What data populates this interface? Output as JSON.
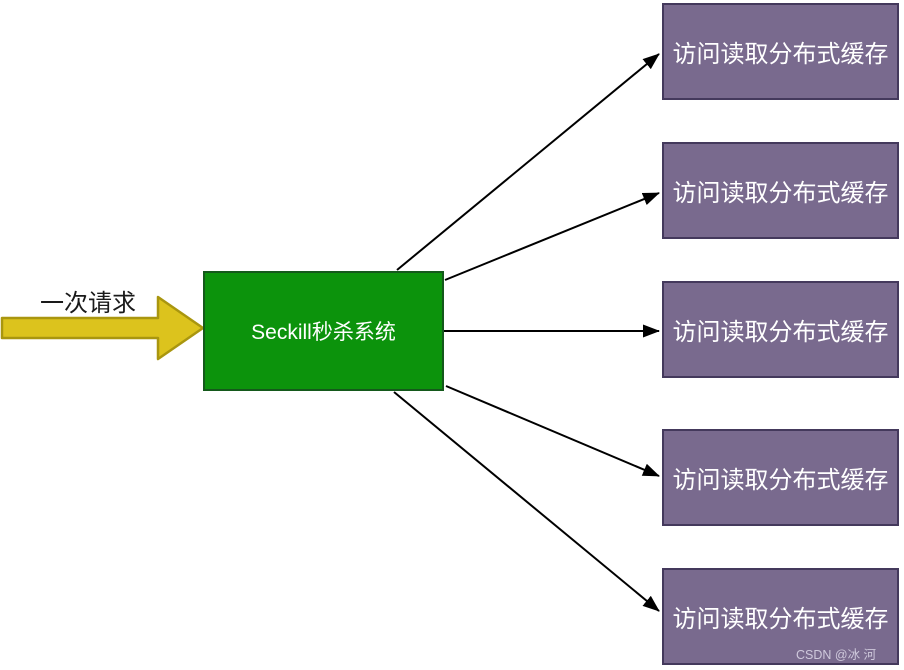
{
  "diagram": {
    "request_label": "一次请求",
    "source_node": {
      "label": "Seckill秒杀系统"
    },
    "cache_nodes": [
      {
        "label": "访问读取分布式缓存"
      },
      {
        "label": "访问读取分布式缓存"
      },
      {
        "label": "访问读取分布式缓存"
      },
      {
        "label": "访问读取分布式缓存"
      },
      {
        "label": "访问读取分布式缓存"
      }
    ],
    "connections": [
      {
        "from": "source_node",
        "to": "cache_nodes.0"
      },
      {
        "from": "source_node",
        "to": "cache_nodes.1"
      },
      {
        "from": "source_node",
        "to": "cache_nodes.2"
      },
      {
        "from": "source_node",
        "to": "cache_nodes.3"
      },
      {
        "from": "source_node",
        "to": "cache_nodes.4"
      }
    ],
    "watermark": "CSDN @冰 河",
    "colors": {
      "canvas_bg": "#ffffff",
      "source_fill": "#0c930c",
      "source_border": "#14591b",
      "source_text": "#ffffff",
      "cache_fill": "#796a8e",
      "cache_border": "#44395c",
      "cache_text": "#ffffff",
      "request_arrow_fill": "#dcc31d",
      "request_arrow_border": "#a9960f",
      "connector_color": "#000000",
      "request_label_color": "#1a1a1a",
      "watermark_color": "#cfc9dc"
    }
  }
}
